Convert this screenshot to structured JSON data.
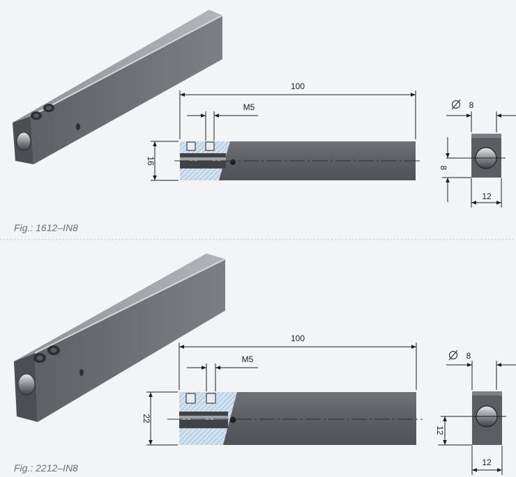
{
  "figures": [
    {
      "caption": "Fig.: 1612–IN8",
      "dim_length": "100",
      "dim_thread": "M5",
      "dim_height": "16",
      "dim_diameter": "8",
      "dim_center": "8",
      "dim_width": "12"
    },
    {
      "caption": "Fig.: 2212–IN8",
      "dim_length": "100",
      "dim_thread": "M5",
      "dim_height": "22",
      "dim_diameter": "8",
      "dim_center": "12",
      "dim_width": "12"
    }
  ],
  "colors": {
    "background": "#f3f4f5",
    "steel_top": "#9ea2a6",
    "steel_side": "#6a6e72",
    "steel_front": "#4d5155",
    "section_hatch": "#bcd2e6",
    "dimension_line": "#1c1c1c",
    "separator": "#b4b7ba"
  }
}
